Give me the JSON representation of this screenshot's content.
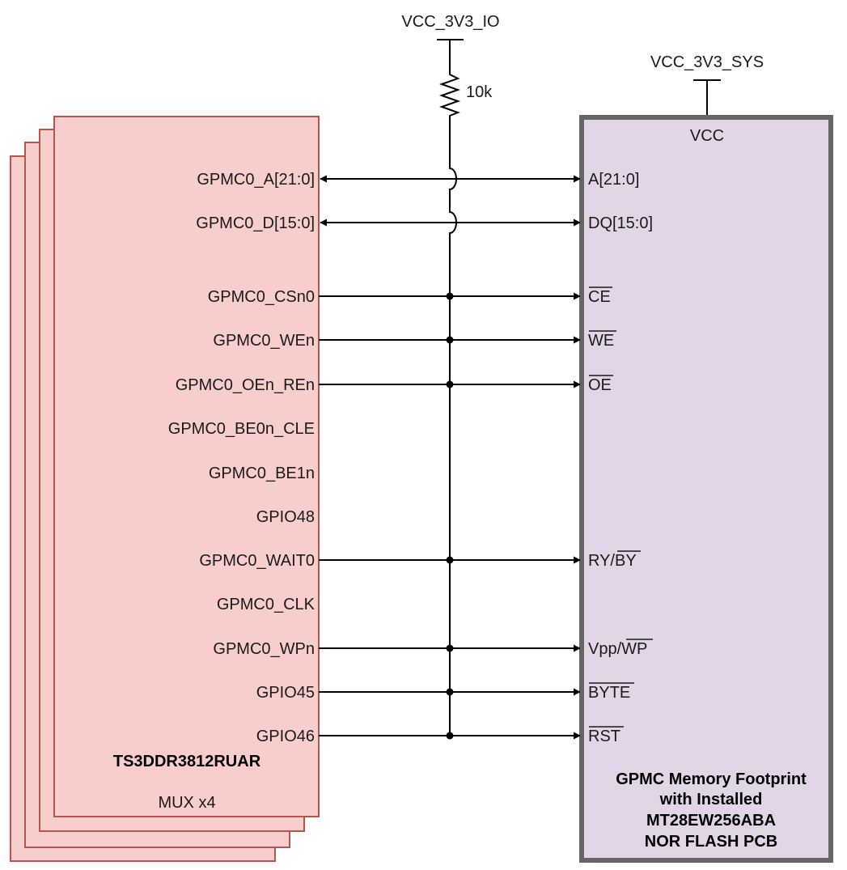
{
  "power": {
    "io_rail": "VCC_3V3_IO",
    "sys_rail": "VCC_3V3_SYS",
    "pullup_value": "10k"
  },
  "mux": {
    "part_number": "TS3DDR3812RUAR",
    "count_label": "MUX x4",
    "signals": [
      "GPMC0_A[21:0]",
      "GPMC0_D[15:0]",
      "GPMC0_CSn0",
      "GPMC0_WEn",
      "GPMC0_OEn_REn",
      "GPMC0_BE0n_CLE",
      "GPMC0_BE1n",
      "GPIO48",
      "GPMC0_WAIT0",
      "GPMC0_CLK",
      "GPMC0_WPn",
      "GPIO45",
      "GPIO46"
    ]
  },
  "memory": {
    "vcc_pin": "VCC",
    "pins": [
      "A[21:0]",
      "DQ[15:0]",
      "CE",
      "WE",
      "OE",
      "RY/BY",
      "Vpp/WP",
      "BYTE",
      "RST"
    ],
    "title_lines": [
      "GPMC Memory Footprint",
      "with Installed",
      "MT28EW256ABA",
      "NOR FLASH PCB"
    ]
  },
  "colors": {
    "mux_fill": "#f8cecc",
    "mux_border": "#b85450",
    "memory_fill": "#e1d5e7",
    "memory_border": "#666666"
  }
}
